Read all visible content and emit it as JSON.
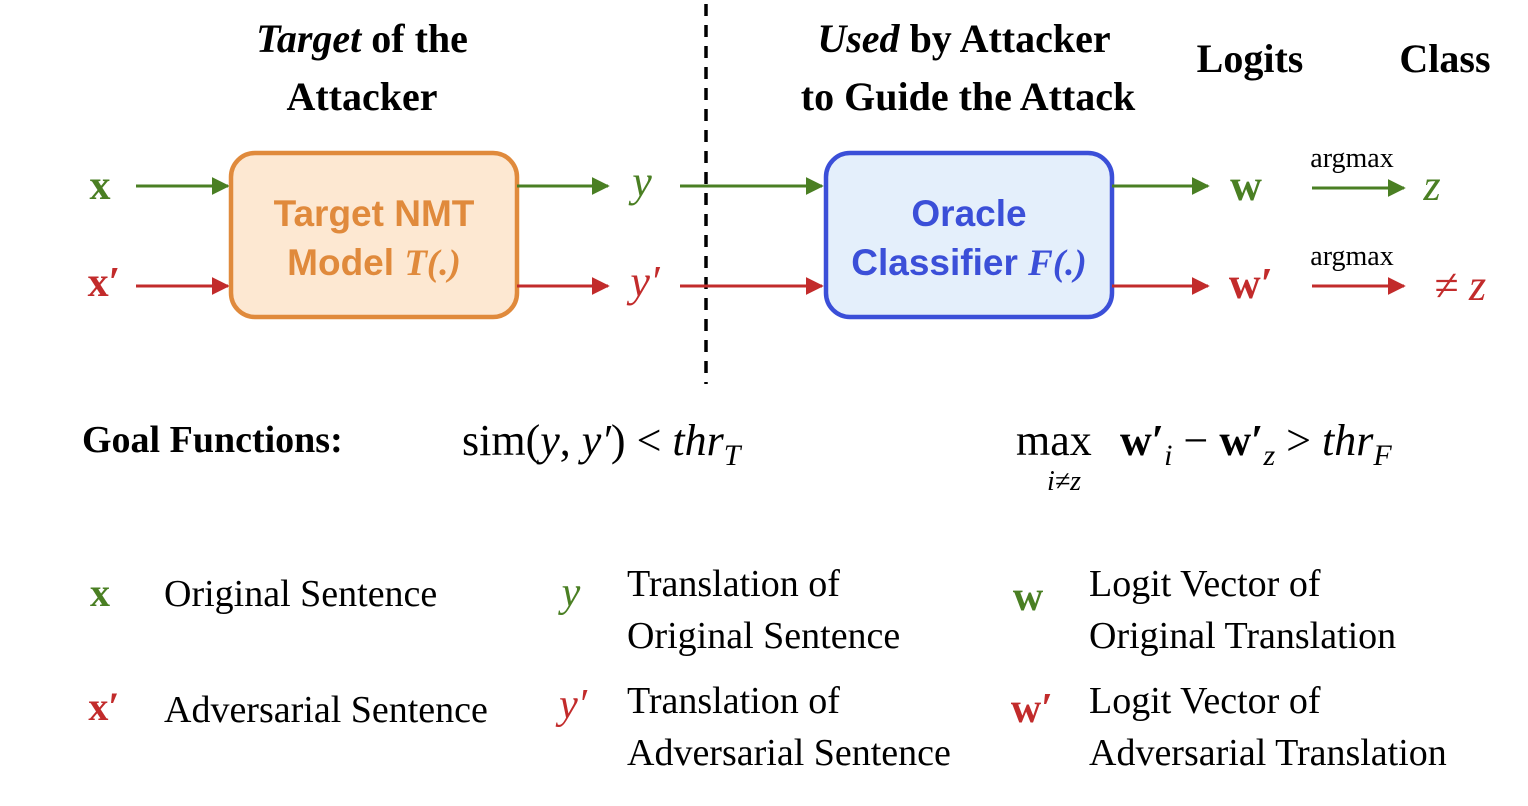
{
  "header": {
    "target_italic": "Target",
    "target_rest": " of the",
    "target_line2": "Attacker",
    "used_italic": "Used",
    "used_rest": " by Attacker",
    "used_line2": "to Guide the Attack",
    "logits": "Logits",
    "class": "Class"
  },
  "boxes": {
    "target_line1": "Target NMT",
    "target_line2_plain": "Model ",
    "target_line2_italic": "T(.)",
    "oracle_line1": "Oracle",
    "oracle_line2_plain": "Classifier ",
    "oracle_line2_italic": "F(.)"
  },
  "symbols": {
    "x": "x",
    "x_adv": "x′",
    "y": "y",
    "y_adv": "y′",
    "w": "w",
    "w_adv": "w′",
    "z": "z",
    "not_z": "≠ z",
    "argmax": "argmax"
  },
  "goal": {
    "label": "Goal Functions:",
    "sim_text": "sim(",
    "sim_y": "y",
    "sim_comma": ", ",
    "sim_yp": "y′",
    "sim_close": ") < ",
    "thr": "thr",
    "thr_t_sub": "T",
    "max_text": "max",
    "max_sub": "i≠z",
    "w_i": "w′",
    "w_i_sub": "i",
    "minus": " − ",
    "w_z": "w′",
    "w_z_sub": "z",
    "gt": " > ",
    "thr_f_sub": "F"
  },
  "legend": {
    "x_desc": "Original Sentence",
    "x_adv_desc": "Adversarial Sentence",
    "y_desc_1": "Translation of",
    "y_desc_2": "Original Sentence",
    "y_adv_desc_1": "Translation of",
    "y_adv_desc_2": "Adversarial Sentence",
    "w_desc_1": "Logit Vector of",
    "w_desc_2": "Original Translation",
    "w_adv_desc_1": "Logit Vector of",
    "w_adv_desc_2": "Adversarial Translation"
  },
  "colors": {
    "green": "#4a7f23",
    "red": "#c22b2b",
    "orange": "#e08a3c",
    "orange_fill": "#fde8d2",
    "blue": "#3b4fd8",
    "blue_fill": "#e4effb"
  }
}
